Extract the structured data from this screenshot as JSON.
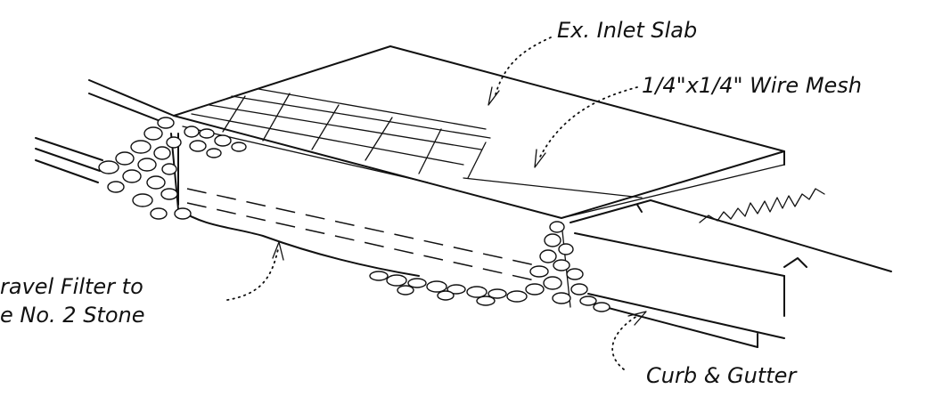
{
  "labels": {
    "inlet_slab": "Ex. Inlet Slab",
    "wire_mesh": "1/4\"x1/4\" Wire Mesh",
    "gravel_filter_line1": "ravel Filter to",
    "gravel_filter_line2": "e No. 2 Stone",
    "curb_gutter": "Curb & Gutter"
  }
}
